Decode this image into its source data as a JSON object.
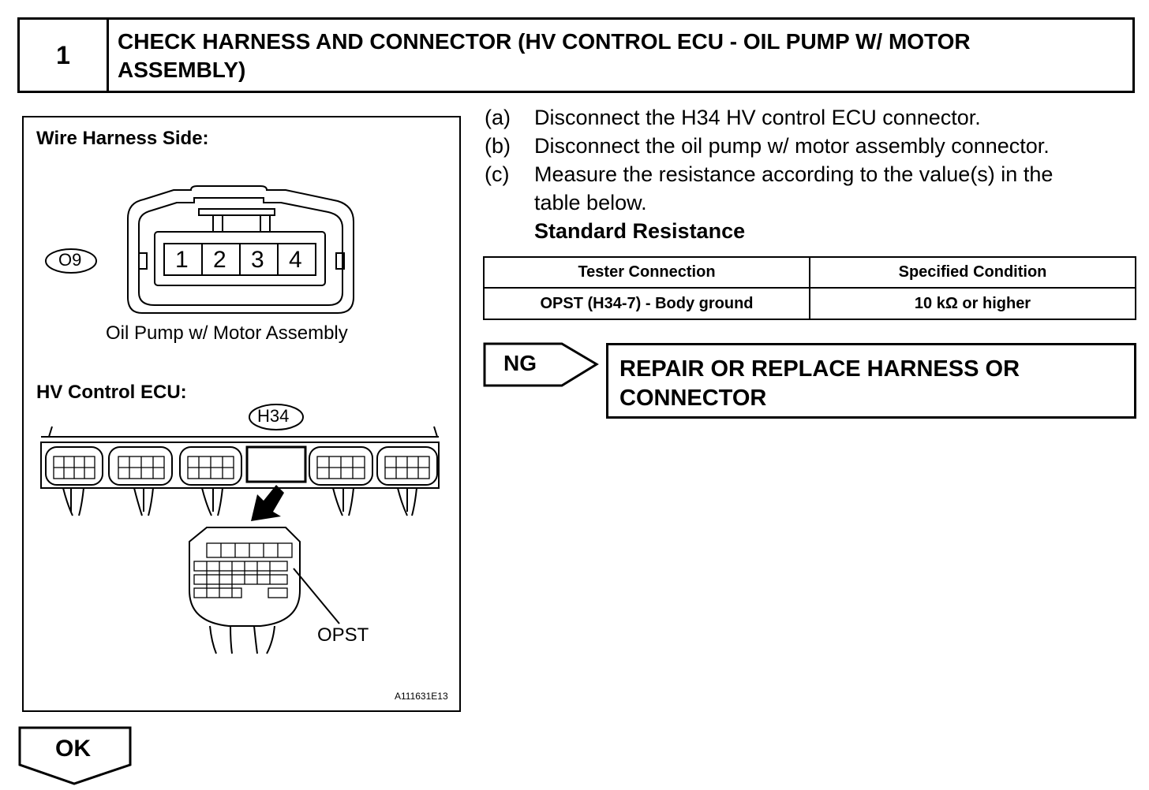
{
  "header": {
    "step_number": "1",
    "title_line1": "CHECK HARNESS AND CONNECTOR (HV CONTROL ECU - OIL PUMP W/ MOTOR",
    "title_line2": "ASSEMBLY)"
  },
  "figure": {
    "wire_harness_label": "Wire Harness Side:",
    "connector_o9_code": "O9",
    "pins": [
      "1",
      "2",
      "3",
      "4"
    ],
    "oil_pump_label": "Oil Pump w/ Motor Assembly",
    "hv_ecu_label": "HV Control ECU:",
    "connector_h34_code": "H34",
    "opst_label": "OPST",
    "figure_id": "A111631E13"
  },
  "steps": [
    {
      "label": "(a)",
      "text": "Disconnect the H34 HV control ECU connector."
    },
    {
      "label": "(b)",
      "text": "Disconnect the oil pump w/ motor assembly connector."
    },
    {
      "label": "(c)",
      "text": "Measure the resistance according to the value(s) in the"
    },
    {
      "label": "",
      "text": "table below."
    }
  ],
  "standard_resistance_heading": "Standard Resistance",
  "table": {
    "headers": [
      "Tester Connection",
      "Specified Condition"
    ],
    "rows": [
      [
        "OPST (H34-7) - Body ground",
        "10 kΩ or higher"
      ]
    ]
  },
  "ng": {
    "label": "NG",
    "action_line1": "REPAIR OR REPLACE HARNESS OR",
    "action_line2": "CONNECTOR"
  },
  "ok_label": "OK"
}
